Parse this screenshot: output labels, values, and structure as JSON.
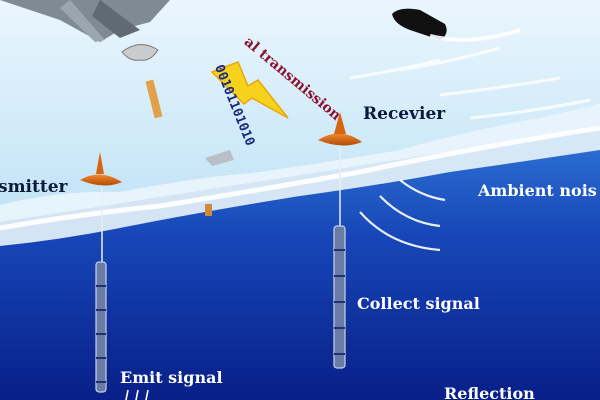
{
  "labels": {
    "transmitter": "smitter",
    "receiver": "Recevier",
    "ambient_noise": "Ambient nois",
    "collect_signal": "Collect signal",
    "emit_signal": "Emit signal",
    "reflection": "Reflection",
    "binary": "00101101010",
    "transmission": "al transmission"
  },
  "colors": {
    "sky": "#dff0fb",
    "sea": "#0a2a9a",
    "foam": "#e8f4fb",
    "buoy": "#d9640f",
    "lightning": "#f7d21c",
    "transmission_text": "#8a1430"
  }
}
